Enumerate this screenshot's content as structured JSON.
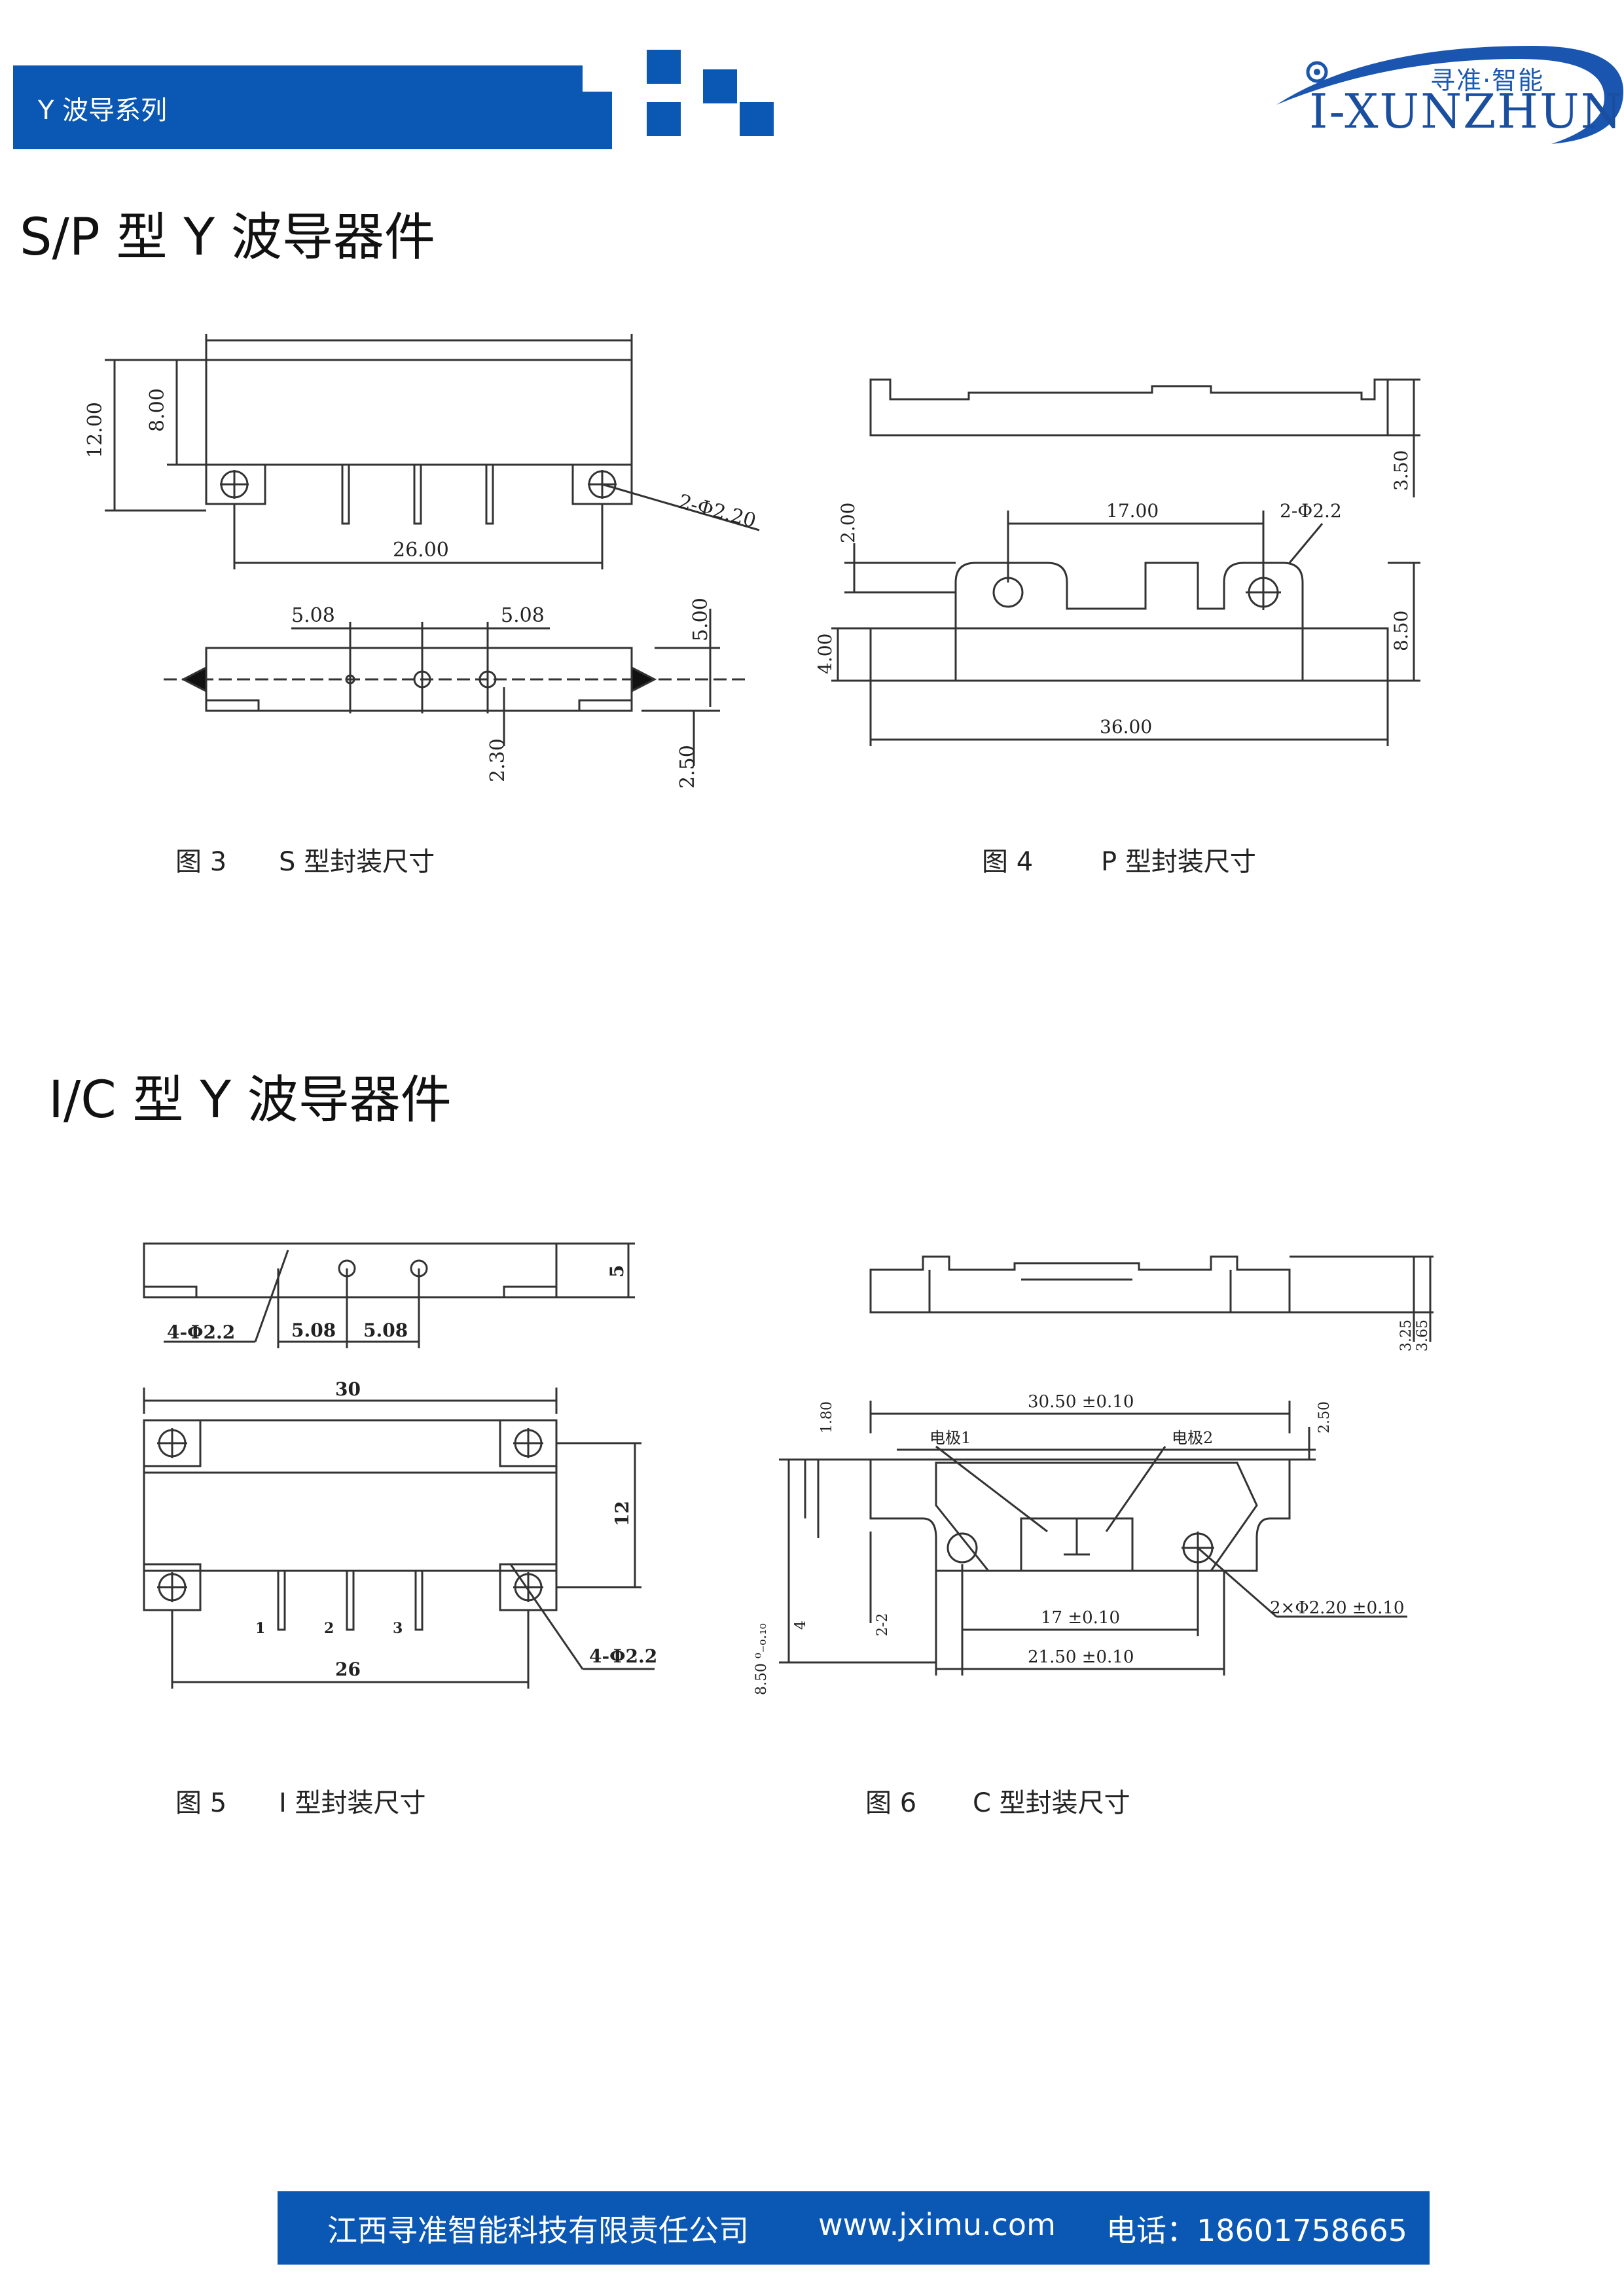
{
  "header": {
    "series_label": "Y 波导系列",
    "logo_sub": "寻准·智能",
    "logo_main": "I-XUNZHUN"
  },
  "section1": {
    "title": "S/P  型 Y 波导器件",
    "fig3": {
      "number": "图 3",
      "caption": "S  型封装尺寸",
      "dims": {
        "h_total": "12.00",
        "h_body": "8.00",
        "holes": "2-Φ2.20",
        "width": "26.00",
        "pitch_left": "5.08",
        "pitch_right": "5.08",
        "right_height": "5.00",
        "pin_offset": "2.30",
        "base_offset": "2.50"
      }
    },
    "fig4": {
      "number": "图 4",
      "caption": "P  型封装尺寸",
      "dims": {
        "top_height": "3.50",
        "offset": "2.00",
        "hole_pitch": "17.00",
        "holes": "2-Φ2.2",
        "height": "8.50",
        "lower": "4.00",
        "length": "36.00"
      }
    }
  },
  "section2": {
    "title": "I/C 型 Y 波导器件",
    "fig5": {
      "number": "图 5",
      "caption": "I  型封装尺寸",
      "dims": {
        "holes_top": "4-Φ2.2",
        "pitch1": "5.08",
        "pitch2": "5.08",
        "height_top": "5",
        "length": "30",
        "height": "12",
        "pin1": "1",
        "pin2": "2",
        "pin3": "3",
        "base": "26",
        "holes_bottom": "4-Φ2.2"
      }
    },
    "fig6": {
      "number": "图 6",
      "caption": "C  型封装尺寸",
      "dims": {
        "h1": "3.25",
        "h2": "3.65",
        "length": "30.50 ±0.10",
        "d180": "1.80",
        "d250": "2.50",
        "electrode1": "电极1",
        "electrode2": "电极2",
        "pitch": "17 ±0.10",
        "inner": "21.50 ±0.10",
        "holes": "2×Φ2.20 ±0.10",
        "height": "8.50 ⁰₋₀.₁₀",
        "d4": "4",
        "d22": "2-2"
      }
    }
  },
  "footer": {
    "company": "江西寻准智能科技有限责任公司",
    "website": "www.jximu.com",
    "phone": "电话：18601758665"
  }
}
